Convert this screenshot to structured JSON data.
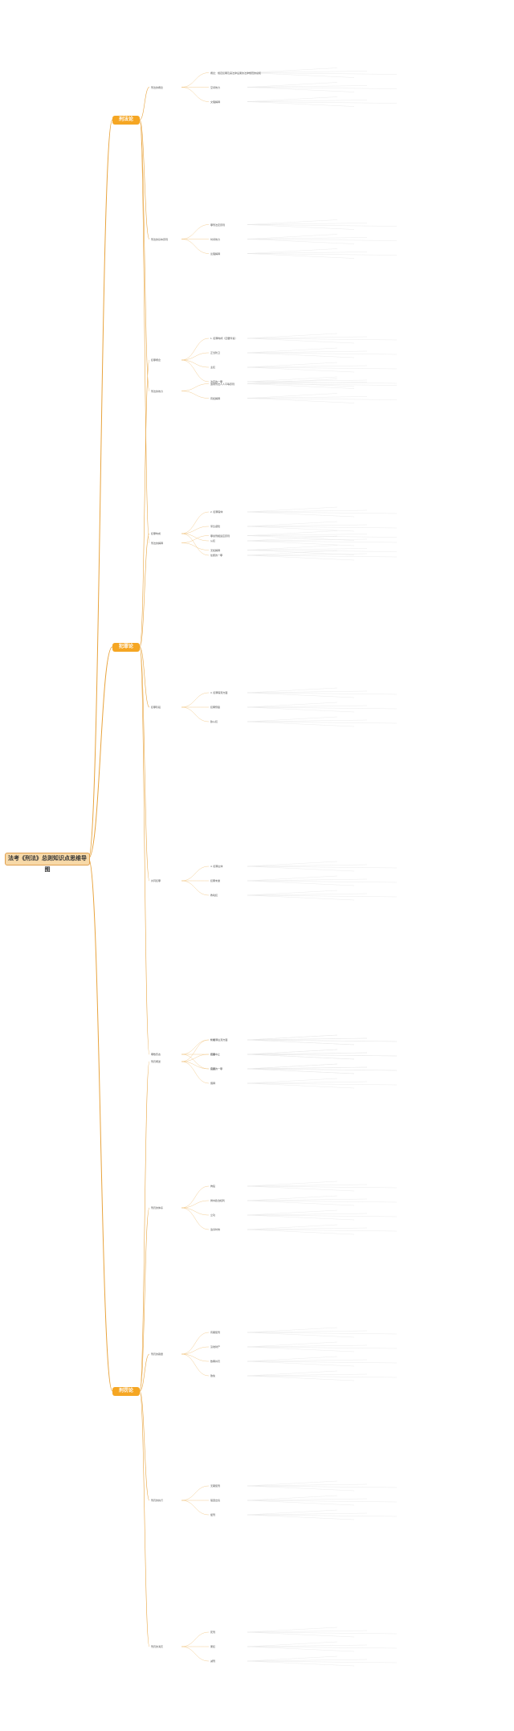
{
  "root": "法考《刑法》总则知识点思维导图",
  "sections": [
    {
      "label": "刑法论",
      "topics": [
        "刑法的概念",
        "刑法的基本原则",
        "刑法的效力",
        "刑法的解释"
      ],
      "notes": [
        "概念：规定犯罪及其法律后果的法律规范的总和",
        "罪刑法定原则",
        "适用刑法人人平等原则",
        "罪责刑相适应原则",
        "空间效力",
        "时间效力",
        "有权解释",
        "无权解释",
        "文理解释",
        "论理解释"
      ]
    },
    {
      "label": "犯罪论",
      "topics": [
        "犯罪概念",
        "犯罪构成",
        "犯罪阶段",
        "共同犯罪",
        "罪数形态"
      ],
      "notes": [
        "1. 犯罪构成（四要件说）",
        "2. 犯罪客体",
        "3. 犯罪客观方面",
        "4. 犯罪主体",
        "5. 犯罪主观方面",
        "正当防卫",
        "紧急避险",
        "犯罪预备",
        "犯罪未遂",
        "犯罪中止",
        "主犯",
        "从犯",
        "胁从犯",
        "教唆犯",
        "实质的一罪",
        "法定的一罪",
        "处断的一罪"
      ]
    },
    {
      "label": "刑罚论",
      "topics": [
        "刑罚概述",
        "刑罚的体系",
        "刑罚的裁量",
        "刑罚的执行",
        "刑罚的消灭"
      ],
      "notes": [
        "管制",
        "拘役",
        "有期徒刑",
        "无期徒刑",
        "死刑",
        "罚金",
        "剥夺政治权利",
        "没收财产",
        "驱逐出境",
        "累犯",
        "自首",
        "立功",
        "数罪并罚",
        "缓刑",
        "减刑",
        "假释",
        "追诉时效",
        "赦免"
      ]
    }
  ]
}
